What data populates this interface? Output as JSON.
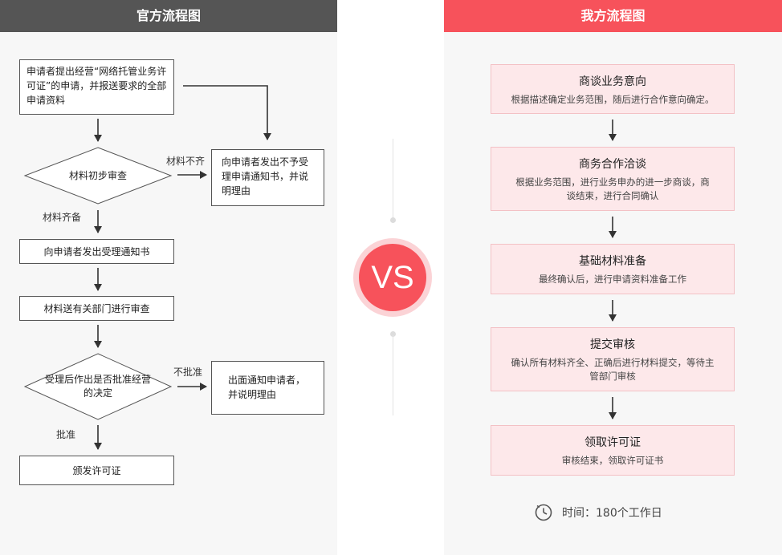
{
  "official": {
    "header": "官方流程图",
    "apply_box": "申请者提出经营“网络托管业务许可证”的申请，并报送要求的全部申请资料",
    "diamond1": "材料初步审查",
    "label_incomplete": "材料不齐",
    "reject_box": "向申请者发出不予受理申请通知书，并说明理由",
    "label_complete": "材料齐备",
    "accept_box": "向申请者发出受理通知书",
    "review_box": "材料送有关部门进行审查",
    "diamond2": "受理后作出是否批准经营的决定",
    "label_disapprove": "不批准",
    "notify_box": "出面通知申请者，并说明理由",
    "label_approve": "批准",
    "issue_box": "颁发许可证"
  },
  "vs": {
    "text": "VS"
  },
  "ours": {
    "header": "我方流程图",
    "steps": [
      {
        "title": "商谈业务意向",
        "desc": "根据描述确定业务范围，随后进行合作意向确定。"
      },
      {
        "title": "商务合作洽谈",
        "desc": "根据业务范围，进行业务申办的进一步商谈，商谈结束，进行合同确认"
      },
      {
        "title": "基础材料准备",
        "desc": "最终确认后，进行申请资料准备工作"
      },
      {
        "title": "提交审核",
        "desc": "确认所有材料齐全、正确后进行材料提交，等待主管部门审核"
      },
      {
        "title": "领取许可证",
        "desc": "审核结束，领取许可证书"
      }
    ],
    "time_label": "时间：180个工作日",
    "clock_icon": "clock-icon"
  },
  "colors": {
    "left_header": "#555555",
    "right_header": "#f7525b",
    "step_bg": "#fde8ea",
    "vs_red": "#f7525b"
  }
}
